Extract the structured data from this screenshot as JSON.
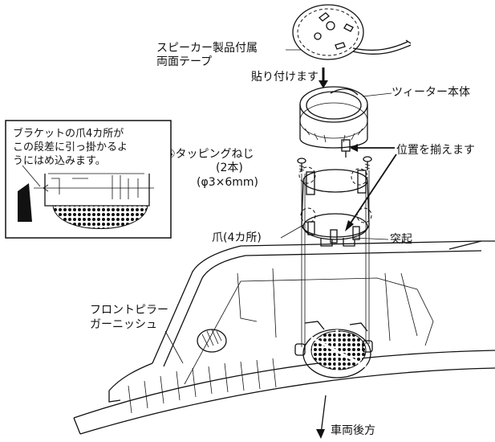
{
  "labels": {
    "speaker_tape_line1": "スピーカー製品付属",
    "speaker_tape_line2": "両面テープ",
    "stick": "貼り付けます",
    "tweeter_body": "ツィーター本体",
    "align_position": "位置を揃えます",
    "screw_line1": "⑤タッピングねじ",
    "screw_line2": "(2本)",
    "screw_line3": "(φ3×6mm)",
    "claw": "爪(4カ所)",
    "protrusion": "突起",
    "garnish_line1": "フロントピラー",
    "garnish_line2": "ガーニッシュ",
    "vehicle_rear": "車両後方"
  },
  "inset": {
    "text_line1": "ブラケットの爪4カ所が",
    "text_line2": "この段差に引っ掛かるよ",
    "text_line3": "うにはめ込みます。"
  },
  "colors": {
    "line": "#111111",
    "background": "#ffffff"
  }
}
